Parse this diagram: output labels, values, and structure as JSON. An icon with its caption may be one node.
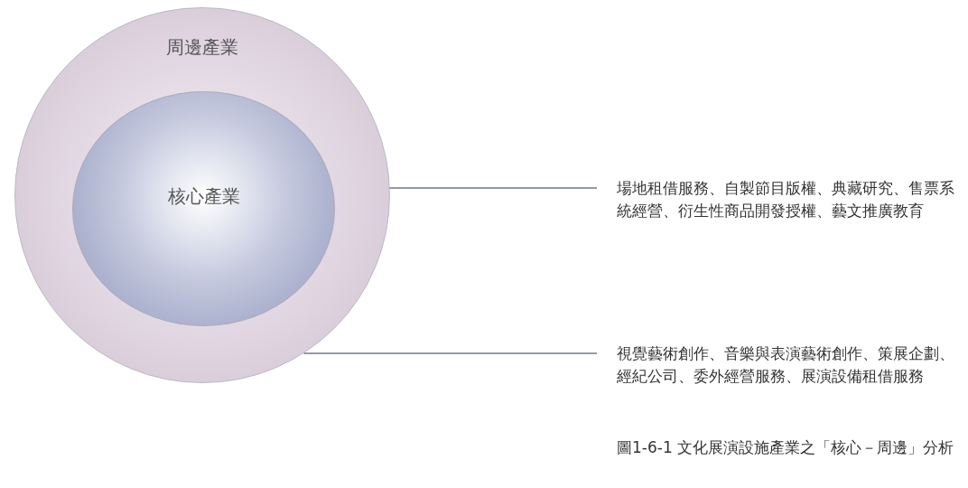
{
  "diagram": {
    "caption": "圖1-6-1 文化展演設施產業之「核心－周邊」分析",
    "nodes": [
      {
        "text": [
          "周邊產業"
        ]
      },
      {
        "text": [
          "核心產業"
        ],
        "in": 0
      },
      {
        "text": [
          "場地租借服務、自製節目版權、典藏研究、售票系統經營、衍生性商品開發授權、藝文推廣教育"
        ]
      },
      {
        "text": [
          "視覺藝術創作、音樂與表演藝術創作、策展企劃、經紀公司、委外經營服務、展演設備租借服務"
        ]
      }
    ],
    "edges": [
      {
        "from": 2,
        "to": 1,
        "arrow": "none"
      },
      {
        "from": 3,
        "to": 0,
        "arrow": "none"
      }
    ]
  }
}
